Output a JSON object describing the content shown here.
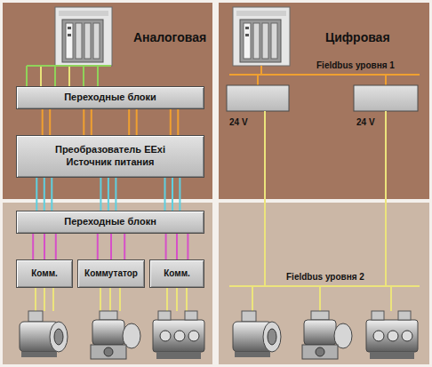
{
  "diagram": {
    "nodes": [
      {
        "text": [
          "Переходные блоки"
        ]
      },
      {
        "text": [
          "Преобразователь EExi",
          "Источник питания"
        ]
      },
      {
        "text": [
          "Переходные блокн"
        ]
      },
      {
        "text": [
          "Комм."
        ]
      },
      {
        "text": [
          "Коммутатор"
        ]
      },
      {
        "text": [
          "Комм."
        ]
      }
    ],
    "edges": [
      {
        "from": 0,
        "to": 1,
        "arrow": "none"
      },
      {
        "from": 1,
        "to": 2,
        "arrow": "none"
      },
      {
        "from": 2,
        "to": 3,
        "arrow": "none"
      },
      {
        "from": 2,
        "to": 4,
        "arrow": "none"
      },
      {
        "from": 2,
        "to": 5,
        "arrow": "none"
      }
    ],
    "labels": [
      "Аналоговая",
      "Цифровая",
      "Fieldbus уровня 1",
      "24 V",
      "24 V",
      "Fieldbus уровня 2"
    ]
  }
}
